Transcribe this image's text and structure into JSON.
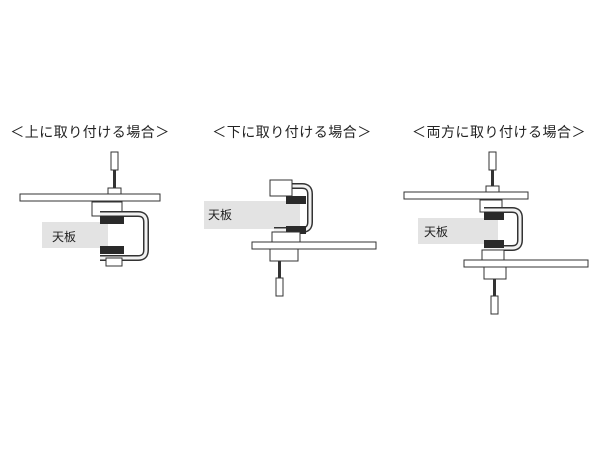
{
  "diagrams": [
    {
      "heading": "＜上に取り付ける場合＞",
      "tabletop_label": "天板"
    },
    {
      "heading": "＜下に取り付ける場合＞",
      "tabletop_label": "天板"
    },
    {
      "heading": "＜両方に取り付ける場合＞",
      "tabletop_label": "天板"
    }
  ],
  "colors": {
    "line": "#333333",
    "tabletop_band": "#e3e3e3",
    "pad": "#2a2a2a",
    "clamp_fill": "#f2f2f2"
  }
}
